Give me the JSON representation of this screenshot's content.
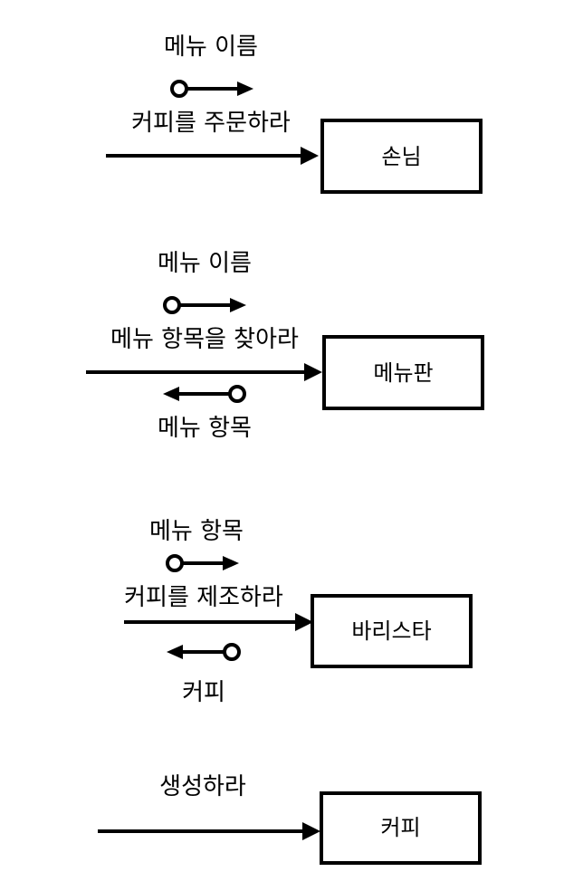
{
  "colors": {
    "stroke": "#000000",
    "background": "#ffffff"
  },
  "diagrams": [
    {
      "object": "손님",
      "message": "커피를 주문하라",
      "param_in": "메뉴 이름",
      "return_out": null
    },
    {
      "object": "메뉴판",
      "message": "메뉴 항목을 찾아라",
      "param_in": "메뉴 이름",
      "return_out": "메뉴 항목"
    },
    {
      "object": "바리스타",
      "message": "커피를 제조하라",
      "param_in": "메뉴 항목",
      "return_out": "커피"
    },
    {
      "object": "커피",
      "message": "생성하라",
      "param_in": null,
      "return_out": null
    }
  ]
}
